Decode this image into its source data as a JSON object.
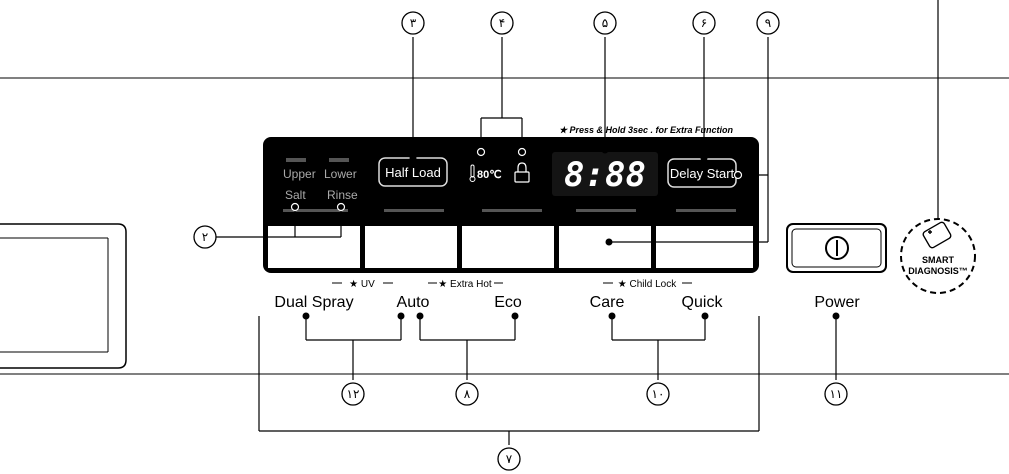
{
  "callouts": {
    "c3": "٣",
    "c4": "۴",
    "c5": "۵",
    "c6": "۶",
    "c9": "٩",
    "c2": "٢",
    "c12": "١٢",
    "c8": "٨",
    "c10": "١٠",
    "c11": "١١",
    "c7": "٧"
  },
  "note": "★ Press & Hold 3sec . for Extra Function",
  "indicators": {
    "upper": "Upper",
    "lower": "Lower",
    "salt": "Salt",
    "rinse": "Rinse",
    "temp": "80℃"
  },
  "buttons": {
    "half_load": "Half Load",
    "delay_start": "Delay Start"
  },
  "display": {
    "time": "8:88"
  },
  "extra_labels": {
    "uv": "★ UV",
    "extra_hot": "★ Extra Hot",
    "child_lock": "★ Child Lock"
  },
  "program_labels": {
    "dual_spray": "Dual Spray",
    "auto": "Auto",
    "eco": "Eco",
    "care": "Care",
    "quick": "Quick",
    "power": "Power"
  },
  "smart_diagnosis": {
    "line1": "SMART",
    "line2": "DIAGNOSIS™"
  }
}
